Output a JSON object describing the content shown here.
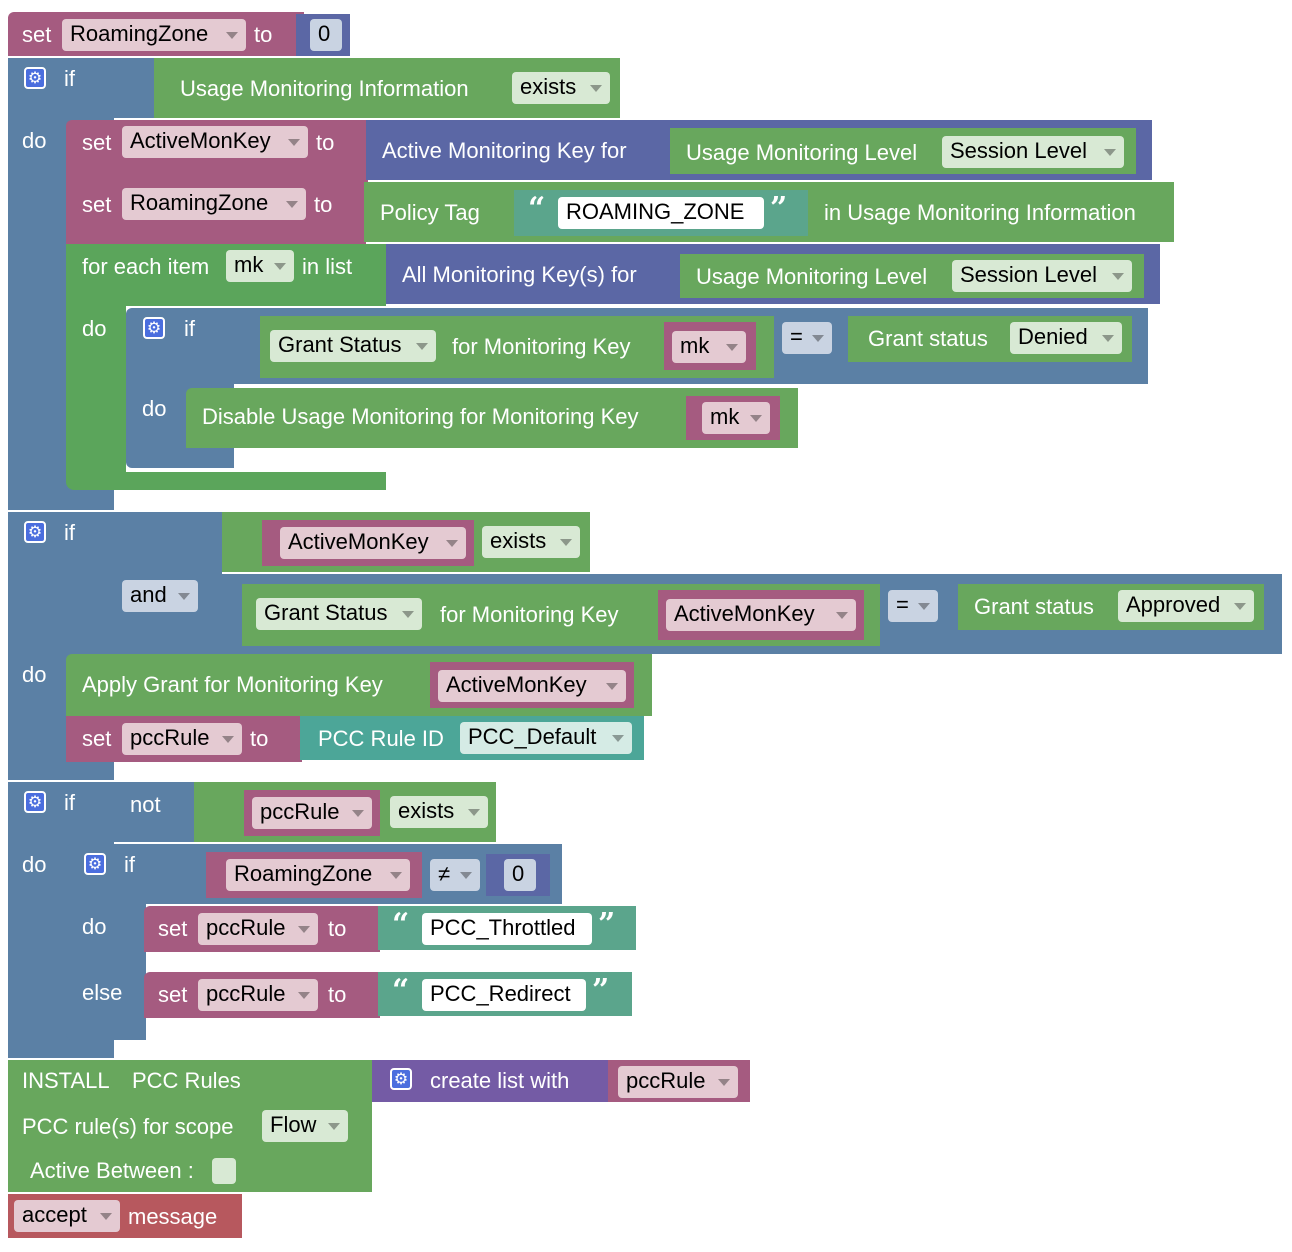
{
  "kw": {
    "set": "set",
    "to": "to",
    "if": "if",
    "do": "do",
    "else": "else",
    "for_each_item": "for each item",
    "in_list": "in list",
    "for_monitoring_key": "for Monitoring Key",
    "and": "and",
    "not": "not",
    "exists": "exists",
    "eq": "=",
    "neq": "≠",
    "open_quote": "“",
    "close_quote": "”"
  },
  "vars": {
    "roaming_zone": "RoamingZone",
    "active_mon_key": "ActiveMonKey",
    "pcc_rule": "pccRule",
    "mk": "mk"
  },
  "values": {
    "zero": "0"
  },
  "blocks": {
    "usage_mon_info": "Usage Monitoring Information",
    "active_mon_key_for": "Active Monitoring Key for",
    "usage_mon_level": "Usage Monitoring Level",
    "session_level": "Session Level",
    "policy_tag": "Policy Tag",
    "roaming_zone_str": "ROAMING_ZONE",
    "in_usage_mon_info": "in Usage Monitoring Information",
    "all_mon_keys_for": "All Monitoring Key(s) for",
    "grant_status_dd": "Grant Status",
    "grant_status": "Grant status",
    "denied": "Denied",
    "approved": "Approved",
    "disable_usage_mon": "Disable Usage Monitoring for Monitoring Key",
    "apply_grant": "Apply Grant for Monitoring Key",
    "pcc_rule_id": "PCC Rule ID",
    "pcc_default": "PCC_Default",
    "pcc_throttled": "PCC_Throttled",
    "pcc_redirect": "PCC_Redirect",
    "install": "INSTALL",
    "pcc_rules": "PCC Rules",
    "create_list_with": "create list with",
    "pcc_rule_scope": "PCC rule(s) for scope",
    "flow": "Flow",
    "active_between": "Active Between :",
    "accept": "accept",
    "message": "message"
  },
  "icons": {
    "gear": "gear-icon",
    "dropdown": "chevron-down-icon"
  },
  "colors": {
    "variables": "#a55b80",
    "logic": "#5b80a5",
    "loop": "#5ba55b",
    "domain": "#68a75d",
    "purple": "#5b67a5",
    "text": "#5ba58c",
    "list": "#745ba5",
    "accept": "#b7585e"
  }
}
